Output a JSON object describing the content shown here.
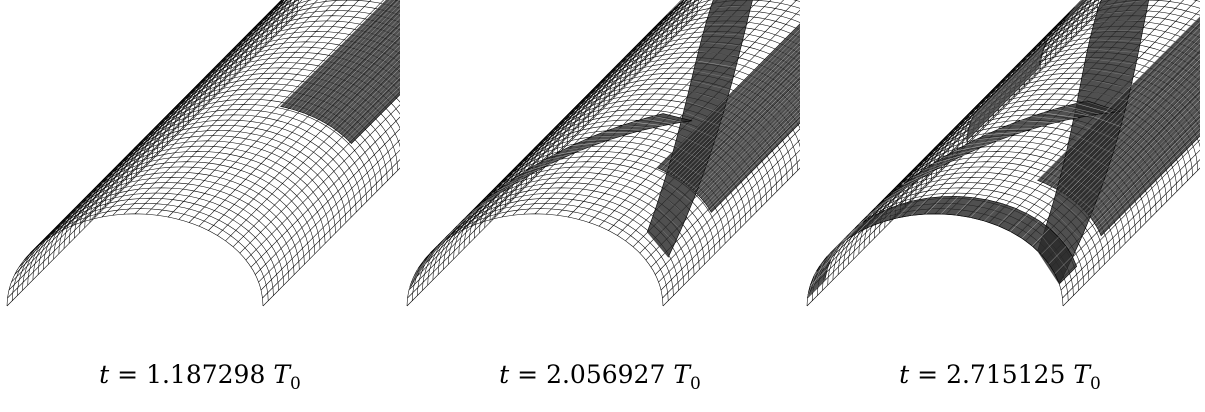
{
  "figure": {
    "panels": [
      {
        "time_var": "t",
        "equals": "=",
        "value": "1.187298",
        "unit": "T",
        "unit_sub": "0",
        "mesh_variant": "refined-strip"
      },
      {
        "time_var": "t",
        "equals": "=",
        "value": "2.056927",
        "unit": "T",
        "unit_sub": "0",
        "mesh_variant": "x-pattern"
      },
      {
        "time_var": "t",
        "equals": "=",
        "value": "2.715125",
        "unit": "T",
        "unit_sub": "0",
        "mesh_variant": "x-pattern-extended"
      }
    ]
  }
}
